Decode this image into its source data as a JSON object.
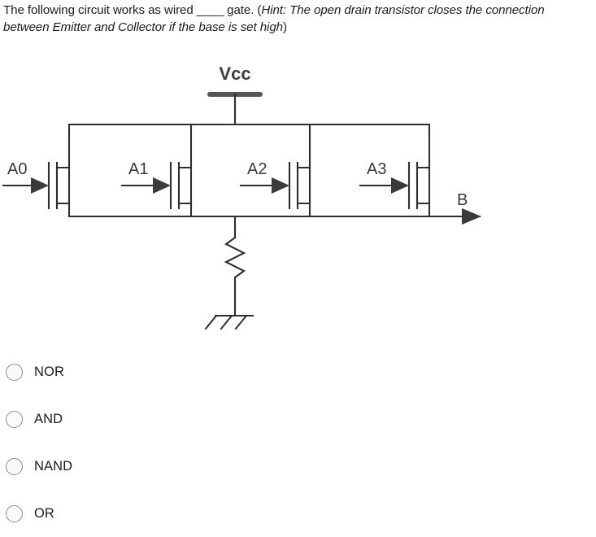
{
  "question": {
    "text_before_hint": "The following circuit works as wired ____ gate. (",
    "hint_open_paren": "(",
    "hint_label": "Hint:",
    "hint_body": " The open drain transistor closes the connection between Emitter and Collector if the base is set high",
    "hint_close_paren": ")",
    "full_text": "The following circuit works as wired ____ gate. (Hint: The open drain transistor closes the connection between Emitter and Collector if the base is set high)",
    "blank": "____"
  },
  "circuit": {
    "supply_label": "Vcc",
    "output_label": "B",
    "input_labels": [
      "A0",
      "A1",
      "A2",
      "A3"
    ],
    "transistor_count": 4,
    "topology": "four open-drain transistors in parallel between Vcc rail and output node, with pull-down resistor to ground",
    "components": {
      "resistor": "pull-down-resistor",
      "ground": "earth-ground"
    },
    "colors": {
      "wire": "#2f2f2f",
      "supply_bar": "#555555",
      "label_text": "#3a3a3a"
    }
  },
  "answers": {
    "options": [
      {
        "label": "NOR",
        "selected": false
      },
      {
        "label": "AND",
        "selected": false
      },
      {
        "label": "NAND",
        "selected": false
      },
      {
        "label": "OR",
        "selected": false
      }
    ]
  }
}
